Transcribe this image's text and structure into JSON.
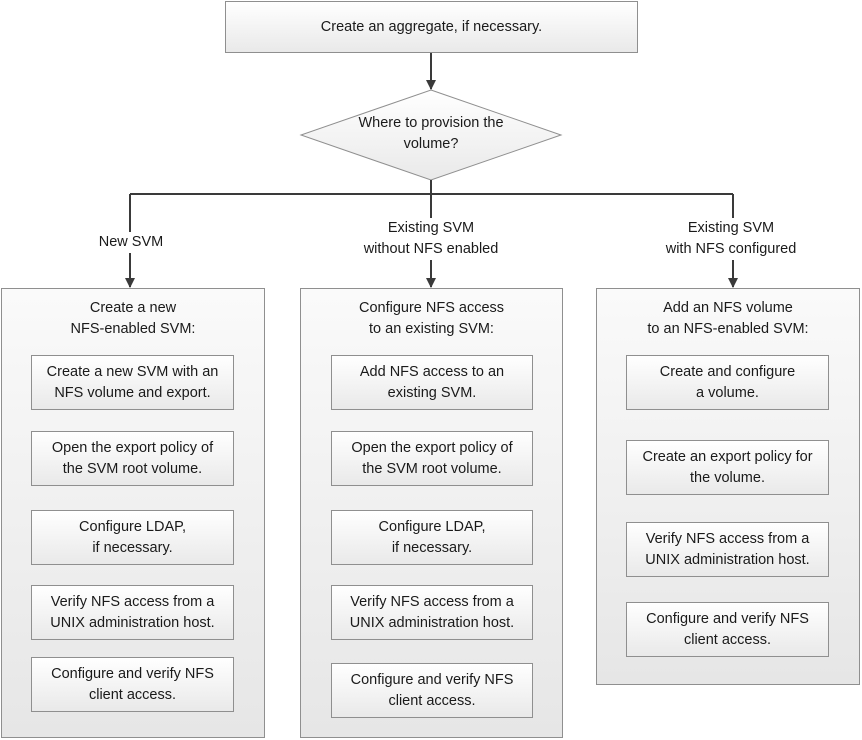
{
  "start": "Create an aggregate, if necessary.",
  "decision": "Where to provision the\nvolume?",
  "branches": [
    {
      "label": "New SVM",
      "title": "Create a new\nNFS-enabled SVM:",
      "steps": [
        "Create a new SVM with an\nNFS volume and export.",
        "Open the export policy of\nthe SVM root volume.",
        "Configure LDAP,\nif necessary.",
        "Verify NFS access from a\nUNIX administration host.",
        "Configure and verify NFS\nclient access."
      ]
    },
    {
      "label": "Existing SVM\nwithout NFS enabled",
      "title": "Configure NFS access\nto an existing SVM:",
      "steps": [
        "Add NFS access to an\nexisting SVM.",
        "Open the export policy of\nthe SVM root volume.",
        "Configure LDAP,\nif necessary.",
        "Verify NFS access from a\nUNIX administration host.",
        "Configure and verify NFS\nclient access."
      ]
    },
    {
      "label": "Existing SVM\nwith NFS configured",
      "title": "Add an NFS volume\nto an NFS-enabled SVM:",
      "steps": [
        "Create and configure\na volume.",
        "Create an export policy for\nthe volume.",
        "Verify NFS access from a\nUNIX administration host.",
        "Configure and verify NFS\nclient access."
      ]
    }
  ]
}
